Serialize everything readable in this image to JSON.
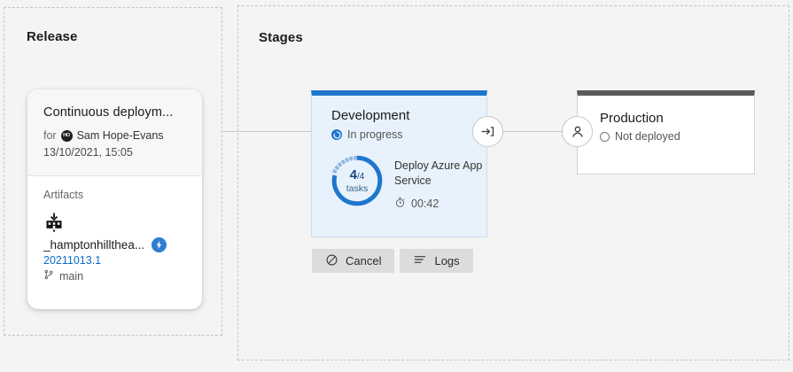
{
  "release": {
    "panel_title": "Release",
    "card": {
      "title": "Continuous deploym...",
      "for_label": "for",
      "avatar_initials": "HO",
      "author": "Sam Hope-Evans",
      "datetime": "13/10/2021, 15:05",
      "artifacts_label": "Artifacts",
      "artifact": {
        "icon": "build-artifact-icon",
        "name": "_hamptonhillthea...",
        "version": "20211013.1",
        "branch": "main",
        "branch_icon": "git-branch-icon",
        "trigger_badge_icon": "lightning-bolt-icon"
      }
    }
  },
  "stages": {
    "panel_title": "Stages",
    "items": [
      {
        "name": "Development",
        "status": "In progress",
        "status_icon": "in-progress-icon",
        "accent_color": "#1f76cd",
        "progress": {
          "completed": "4",
          "denominator": "/4",
          "unit": "tasks",
          "percent": 78
        },
        "task": {
          "name": "Deploy Azure App Service",
          "duration": "00:42",
          "duration_icon": "stopwatch-icon"
        },
        "actions": [
          {
            "label": "Cancel",
            "icon": "cancel-circle-slash-icon"
          },
          {
            "label": "Logs",
            "icon": "logs-lines-icon"
          }
        ]
      },
      {
        "name": "Production",
        "status": "Not deployed",
        "status_icon": "not-deployed-ring-icon",
        "accent_color": "#5a5a5a",
        "approver_icon": "person-approval-icon"
      }
    ],
    "deploy_node_icon": "deploy-arrow-into-bracket-icon"
  },
  "colors": {
    "background": "#f4f4f4",
    "blue_accent": "#1f76cd",
    "link_blue": "#0b6bcb",
    "stage_fill_blue": "#e8f2fc",
    "gray_accent": "#5a5a5a",
    "button_gray": "#dcdcdc"
  }
}
